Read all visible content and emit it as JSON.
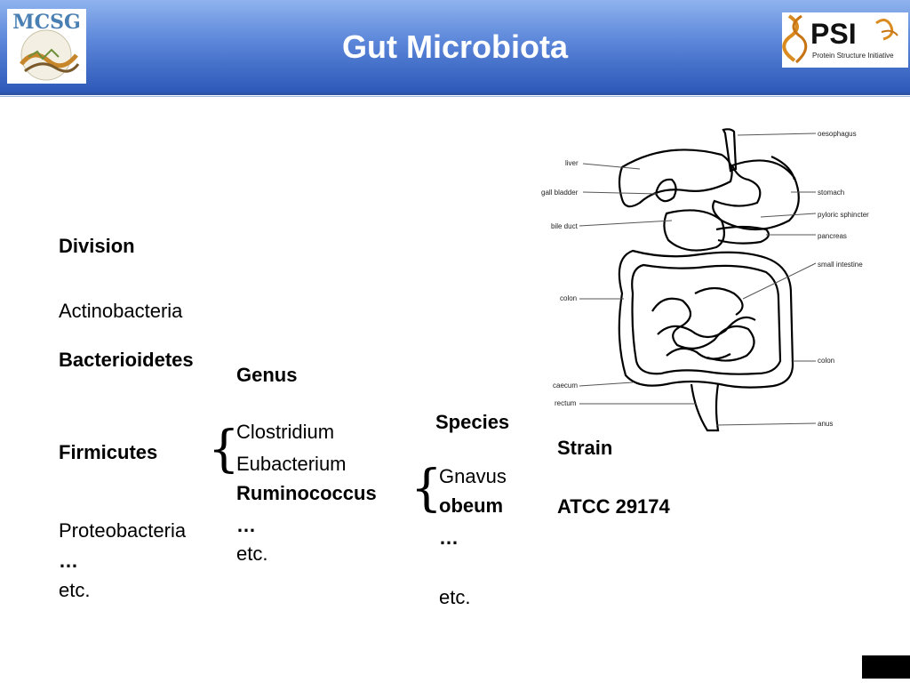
{
  "slide": {
    "title": "Gut Microbiota",
    "logo_left": "MCSG",
    "logo_right": {
      "main": "PSI",
      "sub": "Protein Structure Initiative"
    }
  },
  "division": {
    "heading": "Division",
    "items": [
      "Actinobacteria",
      "Bacterioidetes",
      "Firmicutes",
      "Proteobacteria",
      "…",
      "etc."
    ]
  },
  "genus": {
    "heading": "Genus",
    "items": [
      "Clostridium",
      "Eubacterium",
      "Ruminococcus",
      "…",
      "etc."
    ]
  },
  "species": {
    "heading": "Species",
    "items": [
      "Gnavus",
      "obeum",
      "…",
      "etc."
    ]
  },
  "strain": {
    "heading": "Strain",
    "value": "ATCC 29174"
  },
  "brace_glyph": "{",
  "anatomy_labels": {
    "oesophagus": "oesophagus",
    "liver": "liver",
    "gall_bladder": "gall bladder",
    "stomach": "stomach",
    "bile_duct": "bile duct",
    "pyloric_sphincter": "pyloric sphincter",
    "pancreas": "pancreas",
    "small_intestine": "small intestine",
    "colon_left": "colon",
    "colon_right": "colon",
    "caecum": "caecum",
    "rectum": "rectum",
    "anus": "anus"
  }
}
